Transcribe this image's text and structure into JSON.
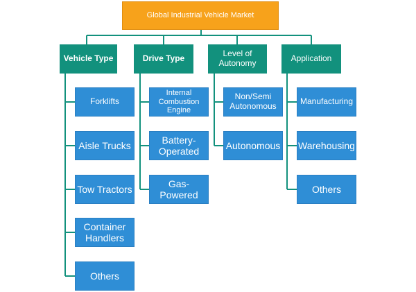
{
  "root": {
    "label": "Global Industrial Vehicle Market"
  },
  "categories": [
    {
      "label": "Vehicle Type",
      "items": [
        "Forklifts",
        "Aisle Trucks",
        "Tow Tractors",
        "Container Handlers",
        "Others"
      ]
    },
    {
      "label": "Drive Type",
      "items": [
        "Internal Combustion Engine",
        "Battery-Operated",
        "Gas-Powered"
      ]
    },
    {
      "label": "Level of Autonomy",
      "items": [
        "Non/Semi Autonomous",
        "Autonomous"
      ]
    },
    {
      "label": "Application",
      "items": [
        "Manufacturing",
        "Warehousing",
        "Others"
      ]
    }
  ],
  "colors": {
    "root_fill": "#f7a21b",
    "category_fill": "#12917d",
    "leaf_fill": "#2f8ed6",
    "connector": "#12917d"
  }
}
